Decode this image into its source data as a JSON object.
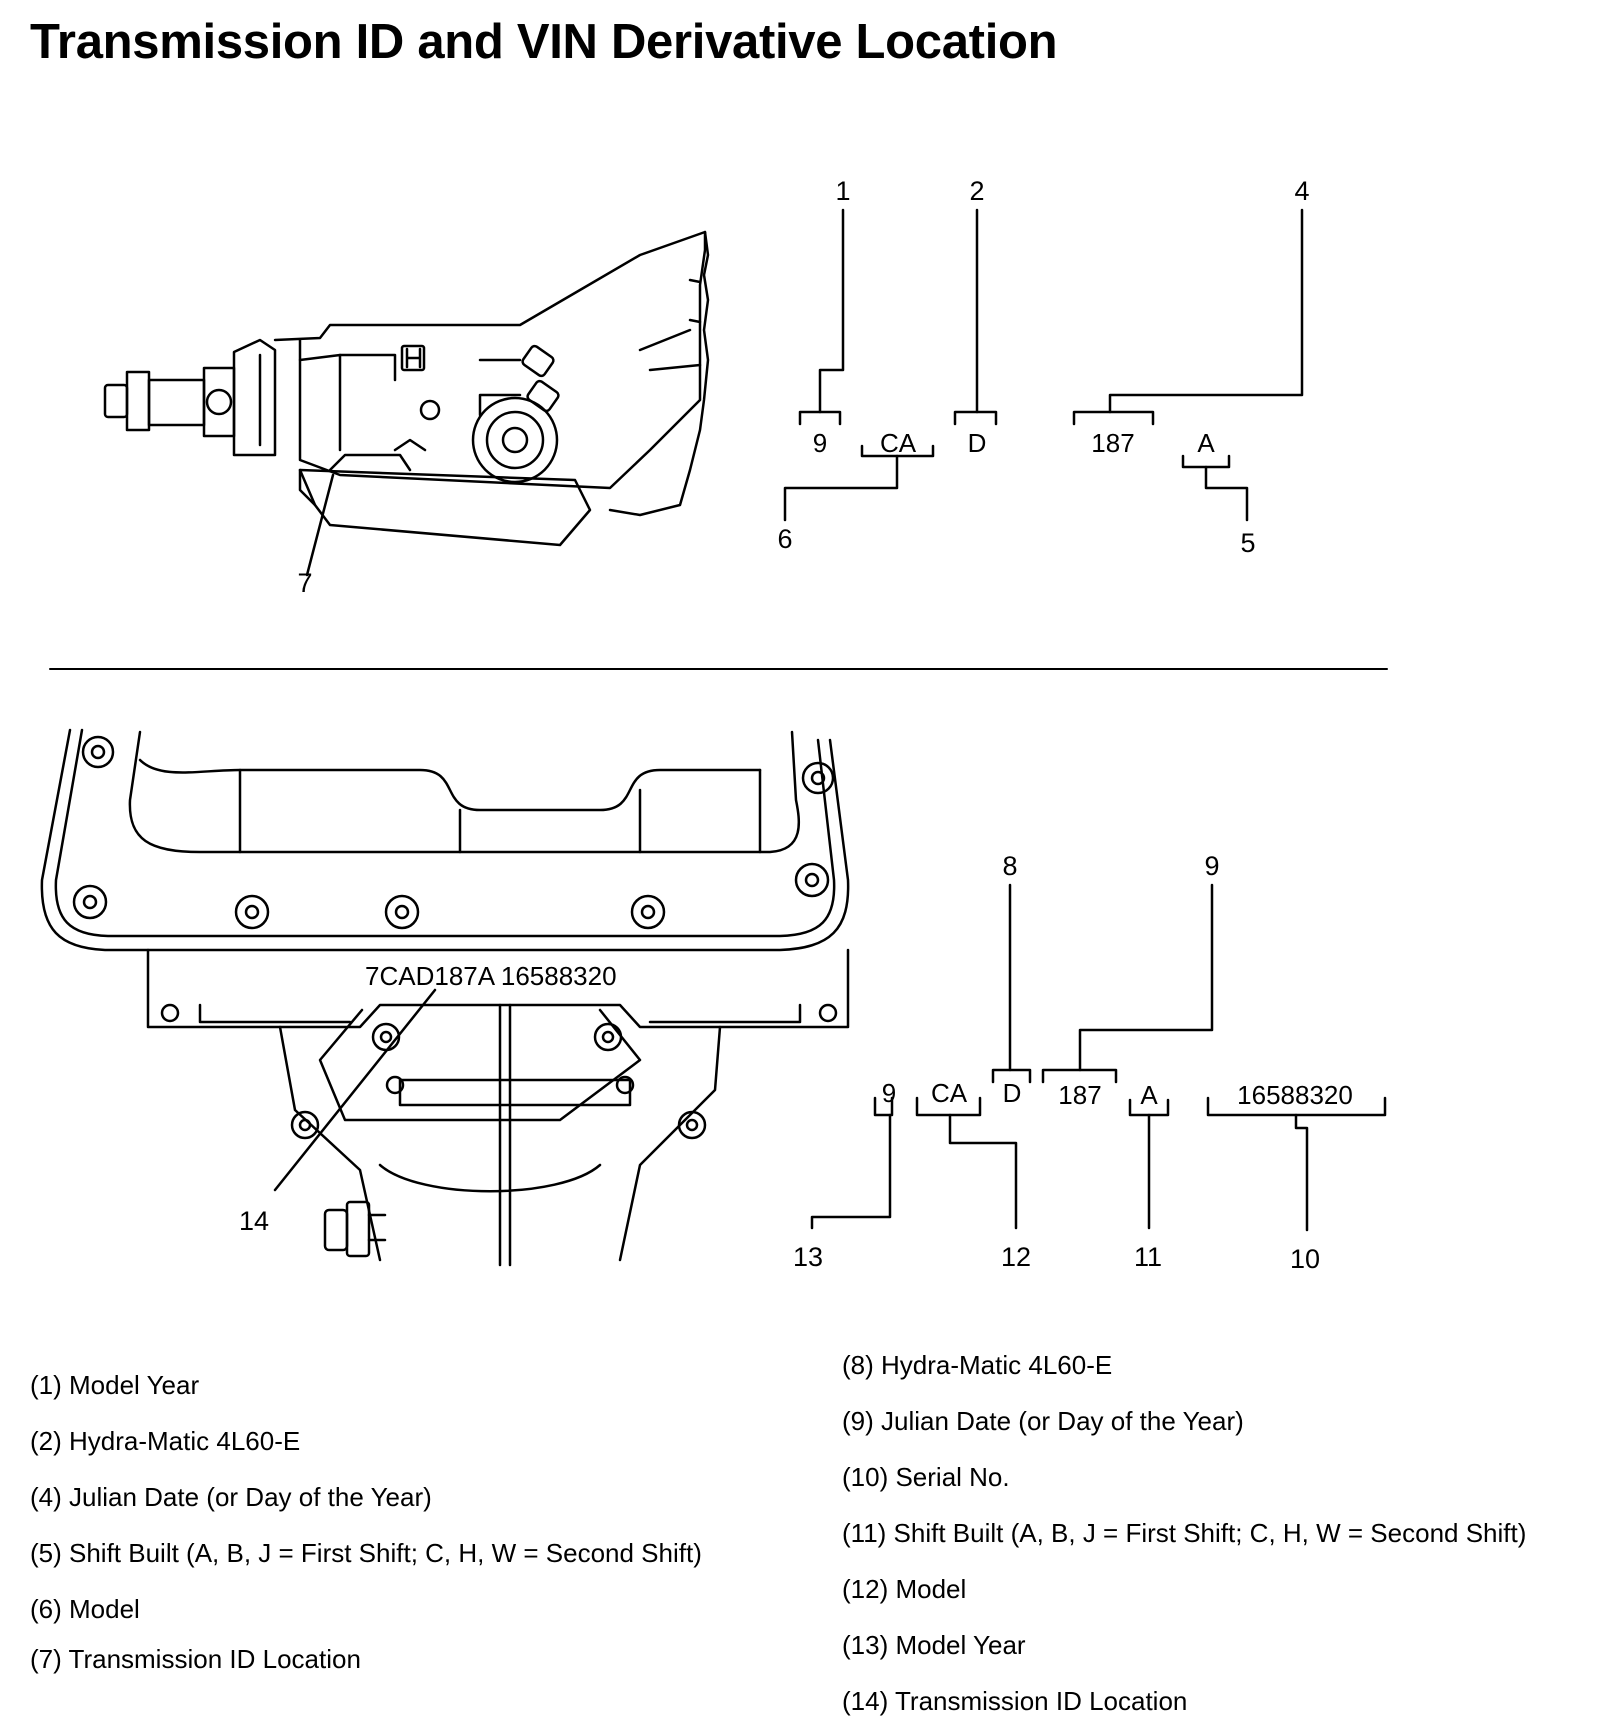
{
  "title": "Transmission ID and VIN Derivative Location",
  "top_diagram": {
    "callouts": [
      "1",
      "2",
      "4",
      "5",
      "6",
      "7"
    ],
    "code_segments": [
      "9",
      "CA",
      "D",
      "187",
      "A"
    ]
  },
  "bottom_diagram": {
    "stamp_text": "7CAD187A  16588320",
    "callouts": [
      "8",
      "9",
      "10",
      "11",
      "12",
      "13",
      "14"
    ],
    "code_segments": [
      "9",
      "CA",
      "D",
      "187",
      "A",
      "16588320"
    ]
  },
  "legend_left": [
    "(1) Model Year",
    "(2) Hydra-Matic 4L60-E",
    "(4) Julian Date (or Day of the Year)",
    "(5) Shift Built (A, B, J = First Shift; C, H, W = Second Shift)",
    "(6) Model",
    "(7) Transmission ID Location"
  ],
  "legend_right": [
    "(8) Hydra-Matic 4L60-E",
    "(9) Julian Date (or Day of the Year)",
    "(10) Serial No.",
    "(11) Shift Built (A, B, J = First Shift; C, H, W = Second Shift)",
    "(12) Model",
    "(13) Model Year",
    "(14) Transmission ID Location"
  ]
}
